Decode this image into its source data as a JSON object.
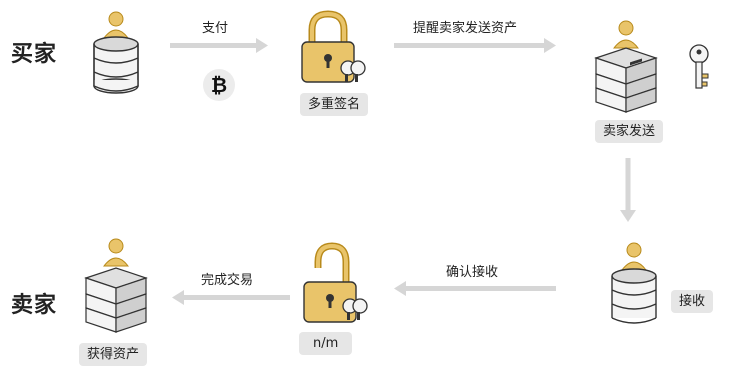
{
  "roles": {
    "buyer": "买家",
    "seller": "卖家"
  },
  "steps": {
    "pay": "支付",
    "notify": "提醒卖家发送资产",
    "receive": "确认接收",
    "complete": "完成交易"
  },
  "nodes": {
    "multisig": "多重签名",
    "seller_send": "卖家发送",
    "receive": "接收",
    "threshold": "n/m",
    "get_assets": "获得资产"
  },
  "icons": [
    "bitcoin-icon",
    "padlock-icon",
    "key-icon",
    "database-icon",
    "server-icon",
    "person-icon"
  ],
  "colors": {
    "gold": "#e9c46a",
    "gold_dark": "#b88a1b",
    "gray_light": "#e6e6e6",
    "gray": "#9e9e9e",
    "dark": "#222222"
  }
}
